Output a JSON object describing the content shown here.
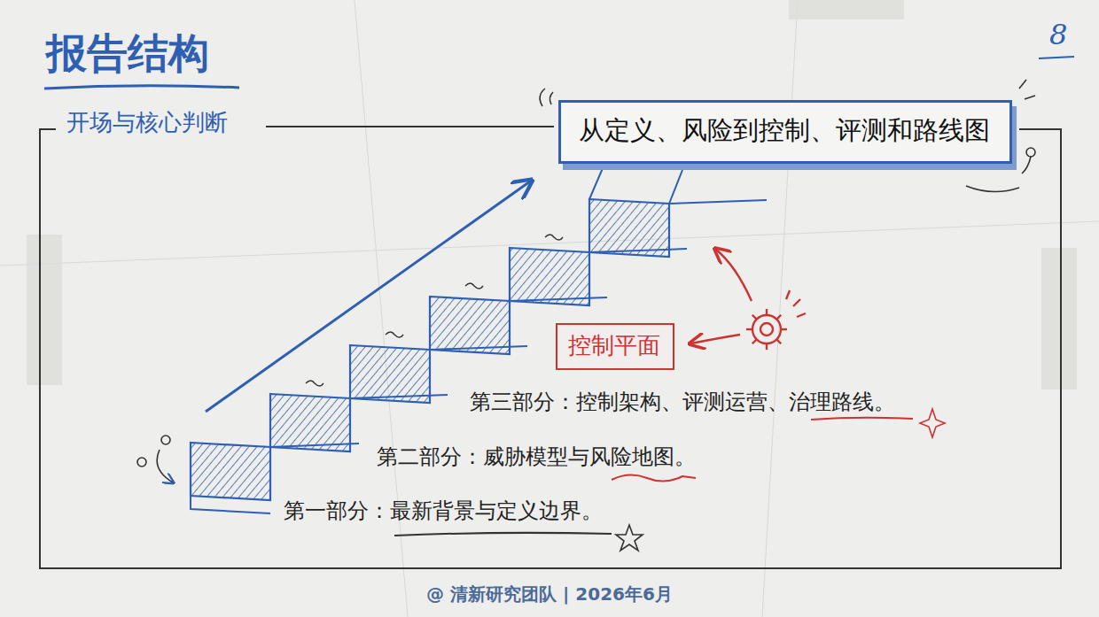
{
  "diagram": {
    "title": "报告结构",
    "caption": "@ 清新研究团队 | 2026年6月",
    "nodes": [
      {
        "text": [
          "开场与核心判断"
        ]
      },
      {
        "text": [
          "从定义、风险到控制、评测和路线图"
        ],
        "in": 0
      },
      {
        "text": [
          "控制平面"
        ],
        "in": 0
      }
    ],
    "labels": [
      "8",
      "第三部分：控制架构、评测运营、治理路线。",
      "第二部分：威胁模型与风险地图。",
      "第一部分：最新背景与定义边界。"
    ]
  }
}
